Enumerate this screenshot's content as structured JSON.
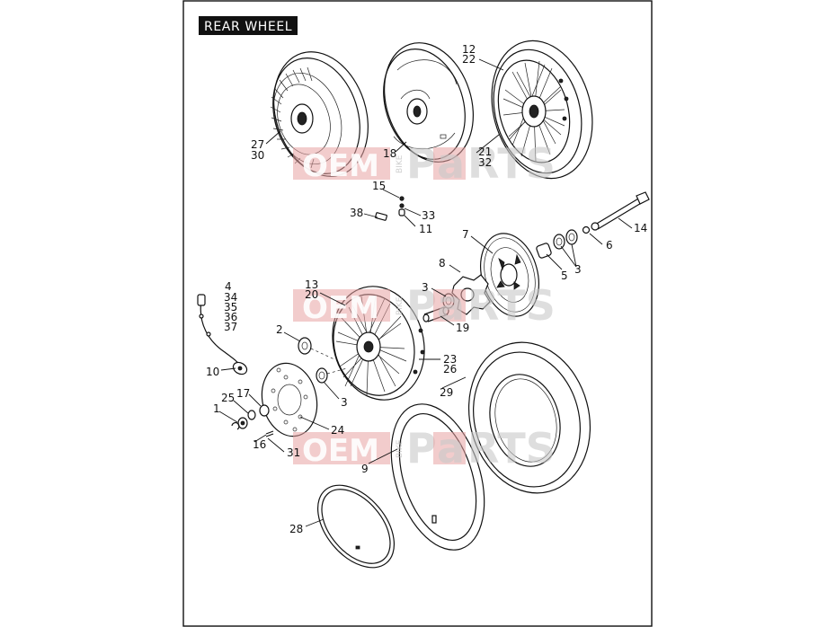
{
  "title": "REAR WHEEL",
  "watermark": {
    "oem": "OEM",
    "bike": "BIKE",
    "parts_p": "P",
    "parts_a": "a",
    "parts_rest": "RTS"
  },
  "callouts": [
    {
      "id": "c12",
      "text": "12"
    },
    {
      "id": "c22",
      "text": "22"
    },
    {
      "id": "c27",
      "text": "27"
    },
    {
      "id": "c30",
      "text": "30"
    },
    {
      "id": "c18",
      "text": "18"
    },
    {
      "id": "c21",
      "text": "21"
    },
    {
      "id": "c32",
      "text": "32"
    },
    {
      "id": "c15",
      "text": "15"
    },
    {
      "id": "c33",
      "text": "33"
    },
    {
      "id": "c38",
      "text": "38"
    },
    {
      "id": "c11",
      "text": "11"
    },
    {
      "id": "c14",
      "text": "14"
    },
    {
      "id": "c7",
      "text": "7"
    },
    {
      "id": "c6",
      "text": "6"
    },
    {
      "id": "c8",
      "text": "8"
    },
    {
      "id": "c5",
      "text": "5"
    },
    {
      "id": "c3a",
      "text": "3"
    },
    {
      "id": "c4",
      "text": "4"
    },
    {
      "id": "c34",
      "text": "34"
    },
    {
      "id": "c35",
      "text": "35"
    },
    {
      "id": "c36",
      "text": "36"
    },
    {
      "id": "c37",
      "text": "37"
    },
    {
      "id": "c13",
      "text": "13"
    },
    {
      "id": "c20",
      "text": "20"
    },
    {
      "id": "c3b",
      "text": "3"
    },
    {
      "id": "c19",
      "text": "19"
    },
    {
      "id": "c2",
      "text": "2"
    },
    {
      "id": "c10",
      "text": "10"
    },
    {
      "id": "c23",
      "text": "23"
    },
    {
      "id": "c26",
      "text": "26"
    },
    {
      "id": "c17",
      "text": "17"
    },
    {
      "id": "c3c",
      "text": "3"
    },
    {
      "id": "c29",
      "text": "29"
    },
    {
      "id": "c25",
      "text": "25"
    },
    {
      "id": "c1",
      "text": "1"
    },
    {
      "id": "c24",
      "text": "24"
    },
    {
      "id": "c16",
      "text": "16"
    },
    {
      "id": "c31",
      "text": "31"
    },
    {
      "id": "c9",
      "text": "9"
    },
    {
      "id": "c28",
      "text": "28"
    }
  ]
}
